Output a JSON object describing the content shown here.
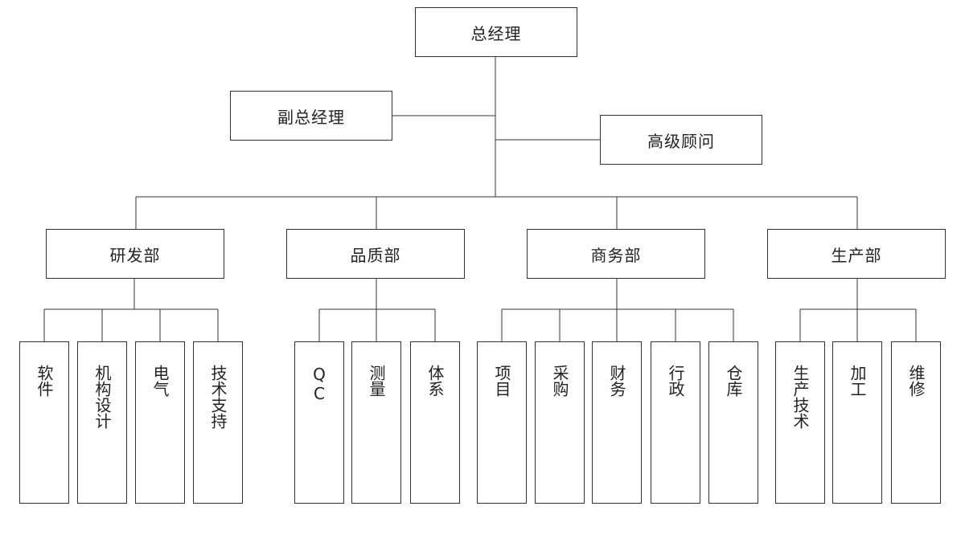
{
  "org": {
    "ceo": "总经理",
    "deputy": "副总经理",
    "advisor": "高级顾问",
    "departments": [
      {
        "name": "研发部",
        "units": [
          "软件",
          "机构设计",
          "电气",
          "技术支持"
        ]
      },
      {
        "name": "品质部",
        "units": [
          "QC",
          "测量",
          "体系"
        ]
      },
      {
        "name": "商务部",
        "units": [
          "项目",
          "采购",
          "财务",
          "行政",
          "仓库"
        ]
      },
      {
        "name": "生产部",
        "units": [
          "生产技术",
          "加工",
          "维修"
        ]
      }
    ]
  }
}
